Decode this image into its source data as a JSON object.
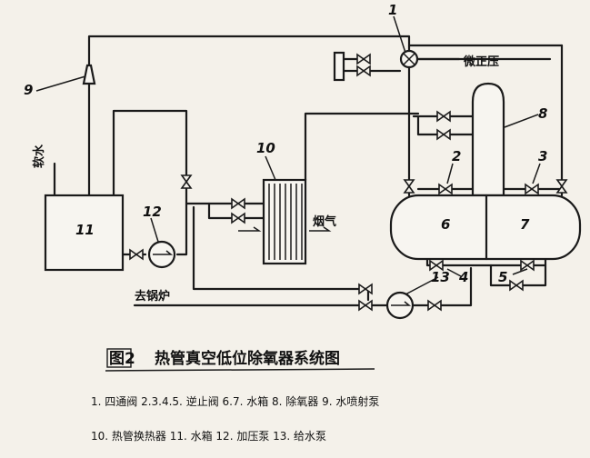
{
  "diagram": {
    "labels": {
      "n1": "1",
      "n2": "2",
      "n3": "3",
      "n4": "4",
      "n5": "5",
      "n6": "6",
      "n7": "7",
      "n8": "8",
      "n9": "9",
      "n10": "10",
      "n11": "11",
      "n12": "12",
      "n13": "13"
    },
    "annotations": {
      "pressure": "微正压",
      "makeup_water": "软水",
      "flue_gas": "烟气",
      "to_boiler": "去锅炉"
    },
    "caption": {
      "figure": "图2",
      "title": "热管真空低位除氧器系统图"
    },
    "legend": [
      {
        "text": "1. 四通阀 2.3.4.5. 逆止阀 6.7. 水箱 8. 除氧器 9. 水喷射泵"
      },
      {
        "text": "10. 热管换热器 11. 水箱 12. 加压泵 13. 给水泵"
      }
    ]
  }
}
